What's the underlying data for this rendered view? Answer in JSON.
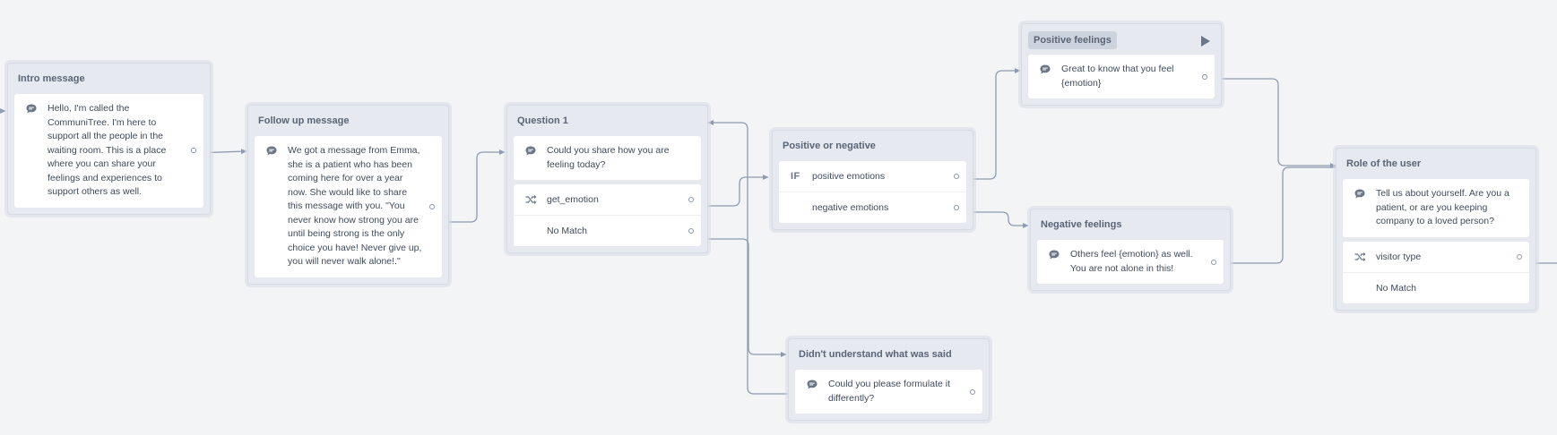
{
  "colors": {
    "canvas_bg": "#f3f4f6",
    "node_bg": "#e6e9ef",
    "step_bg": "#ffffff",
    "wire": "#8e9bb0",
    "text": "#3f4a5a"
  },
  "nodes": {
    "intro": {
      "title": "Intro message",
      "message": "Hello, I'm called the CommuniTree. I'm here to support all the people in the waiting room. This is a place where you can share your feelings and experiences to support others as well."
    },
    "follow_up": {
      "title": "Follow up message",
      "message": "We got a message from Emma, she is a patient who has been coming here for over a year now. She would like to share this message with you. \"You never know how strong you are until being strong is the only choice you have! Never give up, you will never walk alone!.\""
    },
    "question1": {
      "title": "Question 1",
      "message": "Could you share how you are feeling today?",
      "capture_label": "get_emotion",
      "no_match_label": "No Match"
    },
    "pos_or_neg": {
      "title": "Positive or negative",
      "if_label": "IF",
      "conditions": [
        "positive emotions",
        "negative emotions"
      ]
    },
    "positive": {
      "title": "Positive feelings",
      "message": "Great to know that you feel {emotion}"
    },
    "negative": {
      "title": "Negative feelings",
      "message": "Others feel {emotion} as well. You are not alone in this!"
    },
    "didnt_understand": {
      "title": "Didn't understand what was said",
      "message": "Could you please formulate it differently?"
    },
    "role": {
      "title": "Role of the user",
      "message": "Tell us about yourself. Are you a patient, or are you keeping company to a loved person?",
      "capture_label": "visitor type",
      "no_match_label": "No Match"
    }
  }
}
